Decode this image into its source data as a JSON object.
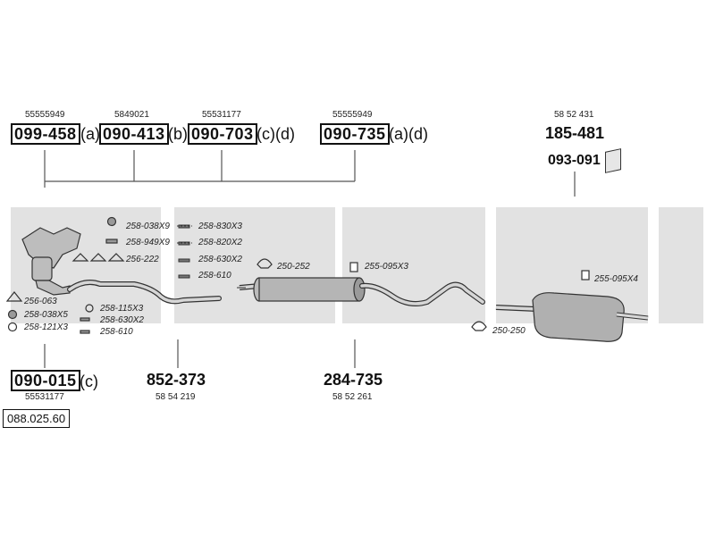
{
  "catalog_ref": "088.025.60",
  "kits": [
    {
      "code": "099-458",
      "suffix": "(a)",
      "oe": "55555949"
    },
    {
      "code": "090-413",
      "suffix": "(b)",
      "oe": "5849021"
    },
    {
      "code": "090-703",
      "suffix": "(c)(d)",
      "oe": "55531177"
    },
    {
      "code": "090-735",
      "suffix": "(a)(d)",
      "oe": "55555949"
    },
    {
      "code": "090-015",
      "suffix": "(c)",
      "oe": "55531177"
    }
  ],
  "parts": [
    {
      "code": "185-481",
      "oe": "58 52 431"
    },
    {
      "code": "093-091",
      "oe": ""
    },
    {
      "code": "852-373",
      "oe": "58 54 219"
    },
    {
      "code": "284-735",
      "oe": "58 52 261"
    }
  ],
  "fittings": {
    "left_column": [
      "256-063",
      "258-038X5",
      "258-121X3"
    ],
    "center_column": [
      "258-115X3",
      "258-630X2",
      "258-610"
    ],
    "top_left": [
      "258-038X9",
      "258-949X9",
      "256-222"
    ],
    "top_right": [
      "258-830X3",
      "258-820X2",
      "258-630X2",
      "258-610"
    ],
    "clamp_1": "250-252",
    "clamp_2": "250-250",
    "bracket_1": "255-095X3",
    "bracket_2": "255-095X4"
  }
}
